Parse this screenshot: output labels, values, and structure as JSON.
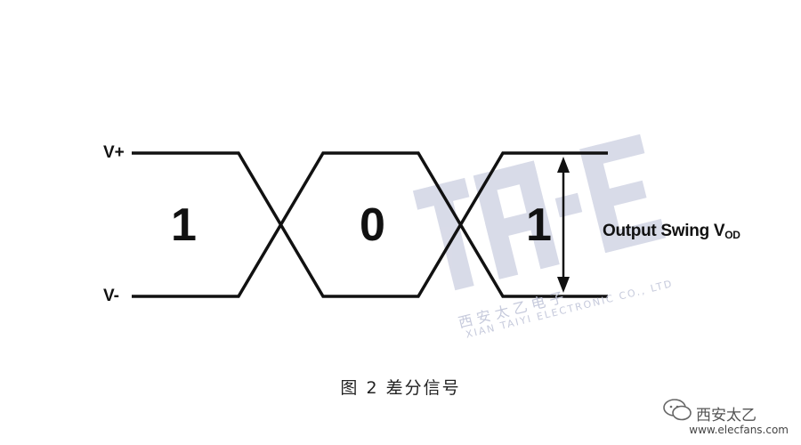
{
  "diagram": {
    "signal_labels": {
      "positive": "V+",
      "negative": "V-"
    },
    "bits": [
      "1",
      "0",
      "1"
    ],
    "swing_label": {
      "main": "Output Swing V",
      "subscript": "OD"
    }
  },
  "caption": "图 2 差分信号",
  "watermark": {
    "logo": "TAI-E",
    "chinese": "西 安 太 乙 电 子",
    "english": "XIAN TAIYI ELECTRONIC CO., LTD"
  },
  "footer": {
    "brand": "西安太乙",
    "url": "www.elecfans.com"
  },
  "colors": {
    "line": "#111111",
    "watermark": "#b9bed6",
    "background": "#ffffff"
  }
}
